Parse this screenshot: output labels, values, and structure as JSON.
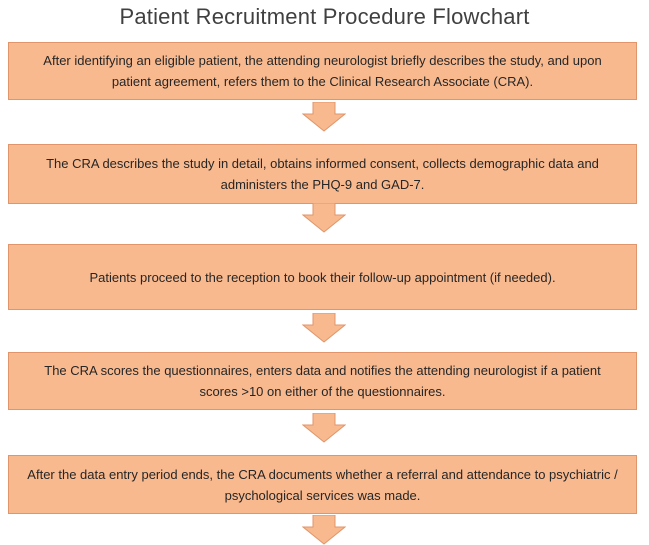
{
  "title": "Patient Recruitment Procedure Flowchart",
  "steps": [
    {
      "text": "After identifying an eligible patient, the attending neurologist briefly describes the study, and upon patient agreement, refers them to the Clinical Research Associate (CRA)."
    },
    {
      "text": "The CRA describes the study in detail, obtains informed consent, collects demographic data and administers the PHQ-9 and GAD-7."
    },
    {
      "text": "Patients proceed to the reception to book their follow-up appointment (if needed)."
    },
    {
      "text": "The CRA scores the questionnaires, enters data and notifies the attending neurologist if a patient scores >10 on either of the questionnaires."
    },
    {
      "text": "After the data entry period ends, the CRA documents whether a referral and attendance to psychiatric / psychological services was made."
    }
  ],
  "colors": {
    "box_fill": "#f8b98f",
    "box_border": "#e0956a",
    "arrow_fill": "#f8b98f",
    "title_text": "#404040"
  }
}
